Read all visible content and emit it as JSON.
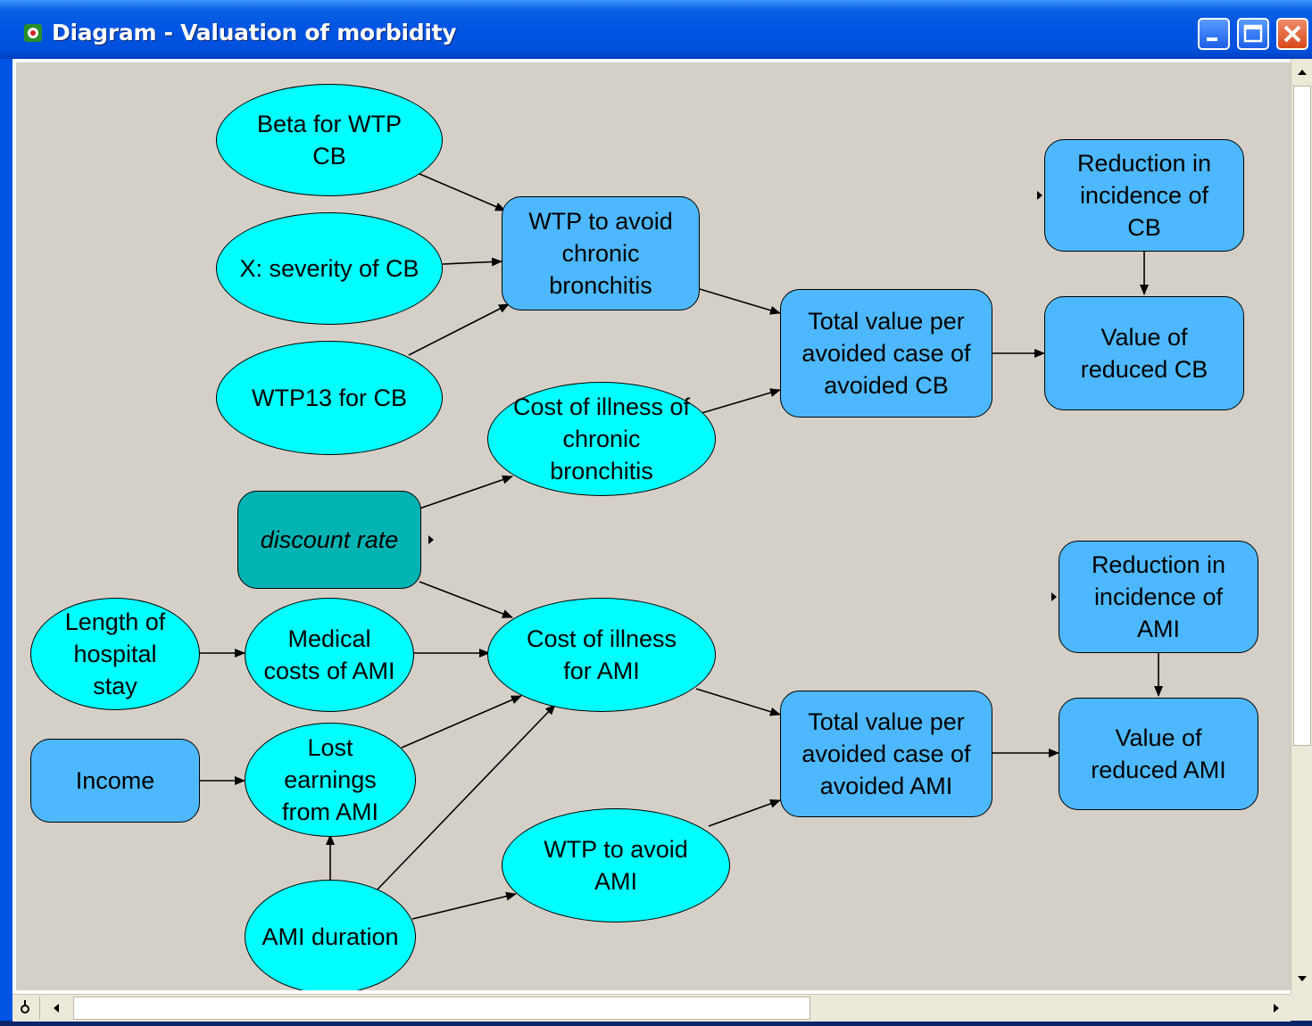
{
  "window": {
    "title": "Diagram - Valuation of morbidity"
  },
  "colors": {
    "chance_node": "#00ffff",
    "decision_node": "#4db8ff",
    "index_node": "#00b3b3",
    "canvas": "#d4d0c8"
  },
  "nodes": {
    "beta_wtp_cb": "Beta for WTP\nCB",
    "severity_cb": "X: severity of CB",
    "wtp13_cb": "WTP13 for CB",
    "wtp_avoid_cb": "WTP to avoid\nchronic\nbronchitis",
    "total_value_cb": "Total value per\navoided case of\navoided CB",
    "reduction_cb": "Reduction in\nincidence of\nCB",
    "value_reduced_cb": "Value of\nreduced CB",
    "cost_illness_cb": "Cost of illness of\nchronic\nbronchitis",
    "discount_rate": "discount rate",
    "length_stay": "Length of\nhospital\nstay",
    "medical_costs_ami": "Medical\ncosts of AMI",
    "cost_illness_ami": "Cost of illness\nfor AMI",
    "income": "Income",
    "lost_earnings_ami": "Lost\nearnings\nfrom AMI",
    "total_value_ami": "Total value per\navoided case of\navoided AMI",
    "reduction_ami": "Reduction in\nincidence of\nAMI",
    "value_reduced_ami": "Value of\nreduced AMI",
    "wtp_avoid_ami": "WTP to avoid\nAMI",
    "ami_duration": "AMI duration"
  }
}
